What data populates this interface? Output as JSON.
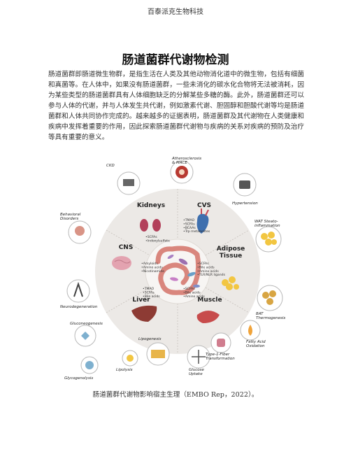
{
  "header": {
    "company": "百泰派克生物科技"
  },
  "title": "肠道菌群代谢物检测",
  "body": {
    "paragraph": "肠道菌群即肠道微生物群，是指生活在人类及其他动物消化道中的微生物，包括有细菌和真菌等。在人体中，如果没有肠道菌群，一些未消化的碳水化合物将无法被消耗，因为某些类型的肠道菌群具有人体细胞缺乏的分解某些多糖的酶。此外，肠道菌群还可以参与人体的代谢，并与人体发生共代谢，例如激素代谢、胆固醇和胆酸代谢等均是肠道菌群和人体共同协作完成的。越来越多的证据表明，肠道菌群及其代谢物在人类健康和疾病中发挥着重要的作用，因此探索肠道菌群代谢物与疾病的关系对疾病的预防及治疗等具有重要的意义。"
  },
  "figure": {
    "outer_labels": {
      "ckd": "CKD",
      "athero": "Atherosclerosis\n& MACE",
      "hypertension": "Hypertension",
      "behavioral": "Behavioral\nDisorders",
      "wat": "WAT Steato-\ninflammation",
      "neuro": "Neurodegeneration",
      "bat": "BAT\nThermogenesis",
      "gluconeo": "Gluconeogenesis",
      "glycogen": "Glycogenolysis",
      "lipogenesis": "Lipogenesis",
      "lipolysis": "Lipolysis",
      "glucose": "Glucose\nUptake",
      "type1": "Type-1-Fiber\nTransformation",
      "fatty": "Fatty Acid\nOxidation"
    },
    "organs": {
      "kidneys": "Kidneys",
      "cvs": "CVS",
      "cns": "CNS",
      "adipose": "Adipose\nTissue",
      "liver": "Liver",
      "muscle": "Muscle"
    },
    "metabolites": {
      "kidneys": "•SCFAs\n•Indoxylsulfate",
      "cvs": "•TMAO\n•SCFAs\n•BCAAs\n•Trp metabolites",
      "cns": "•Amyloids\n•Amino acids\n•Nicotinamide",
      "adipose": "•SCFAs\n•Bile acids\n•Amino acids\n•TLR/NLR ligands",
      "liver": "•TMAO\n•SCFAs\n•Bile acids",
      "muscle": "•SCFAs\n•Bile acids\n•Amino acids"
    }
  },
  "caption": "肠道菌群代谢物影响宿主生理（EMBO Rep，2022）。",
  "colors": {
    "outer_circle": "#ece9e6",
    "inner_circle": "#f7f5f3",
    "kidney": "#b2405a",
    "liver": "#8d3b34",
    "muscle": "#c74b4b",
    "brain": "#e3a3b0",
    "heart": "#3e6fae",
    "adipose": "#f2c641"
  }
}
